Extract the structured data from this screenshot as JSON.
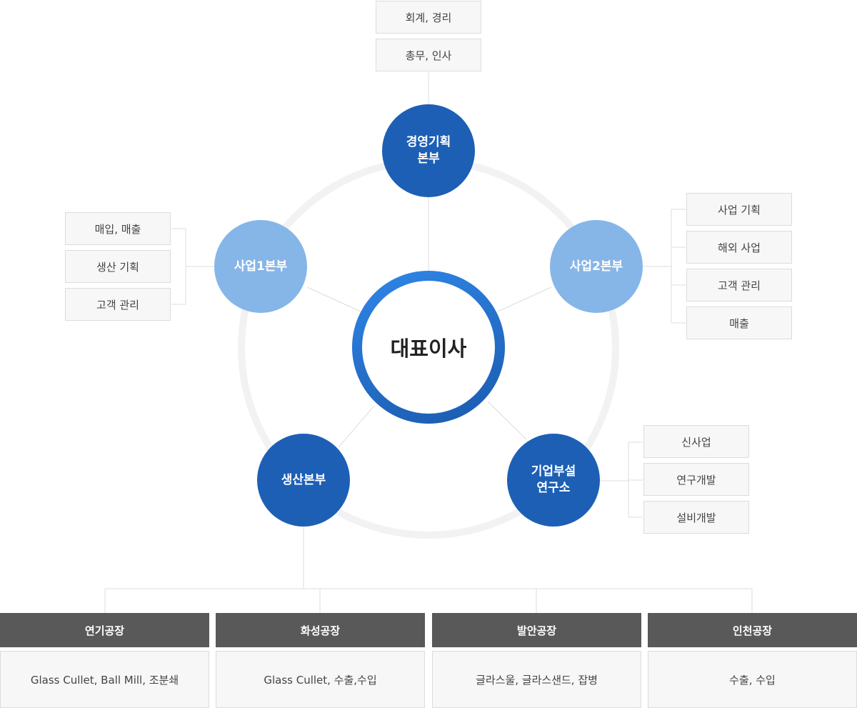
{
  "ceo": "대표이사",
  "divisions": {
    "management": {
      "label": "경영기획\n본부",
      "items": [
        "회계, 경리",
        "총무, 인사"
      ]
    },
    "business1": {
      "label": "사업1본부",
      "items": [
        "매입, 매출",
        "생산 기획",
        "고객 관리"
      ]
    },
    "business2": {
      "label": "사업2본부",
      "items": [
        "사업 기획",
        "해외 사업",
        "고객 관리",
        "매출"
      ]
    },
    "research": {
      "label": "기업부설\n연구소",
      "items": [
        "신사업",
        "연구개발",
        "설비개발"
      ]
    },
    "production": {
      "label": "생산본부"
    }
  },
  "factories": [
    {
      "name": "연기공장",
      "desc": "Glass Cullet, Ball Mill, 조분쇄"
    },
    {
      "name": "화성공장",
      "desc": "Glass Cullet, 수출,수입"
    },
    {
      "name": "발안공장",
      "desc": "글라스울, 글라스샌드, 잡병"
    },
    {
      "name": "인천공장",
      "desc": "수출, 수입"
    }
  ],
  "colors": {
    "dark_node": "#1d5fb5",
    "light_node": "#86b6e8",
    "factory_header": "#595959",
    "ring": "#f2f2f2"
  }
}
